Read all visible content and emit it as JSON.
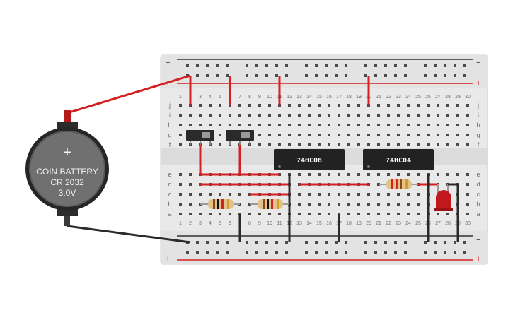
{
  "breadboard": {
    "columns": [
      "1",
      "2",
      "3",
      "4",
      "5",
      "6",
      "7",
      "8",
      "9",
      "10",
      "11",
      "12",
      "13",
      "14",
      "15",
      "16",
      "17",
      "18",
      "19",
      "20",
      "21",
      "22",
      "23",
      "24",
      "25",
      "26",
      "27",
      "28",
      "29",
      "30"
    ],
    "top_rows": [
      "j",
      "i",
      "h",
      "g",
      "f"
    ],
    "bottom_rows": [
      "e",
      "d",
      "c",
      "b",
      "a"
    ],
    "rail_minus": "−",
    "rail_plus": "+",
    "rail_minus_color": "#333333",
    "rail_plus_color": "#d42020"
  },
  "battery": {
    "label_line1": "COIN BATTERY",
    "label_line2": "CR 2032",
    "label_line3": "3.0V"
  },
  "chips": [
    {
      "label": "74HC08"
    },
    {
      "label": "74HC04"
    }
  ],
  "components": {
    "switches": [
      "slide-switch-1",
      "slide-switch-2"
    ],
    "resistors": 3,
    "led_color": "#c0181c"
  },
  "colors": {
    "board": "#e9e9e9",
    "wire_red": "#d42020",
    "wire_black": "#2b2b2b",
    "chip": "#222222",
    "battery_body": "#6f6f6f"
  }
}
